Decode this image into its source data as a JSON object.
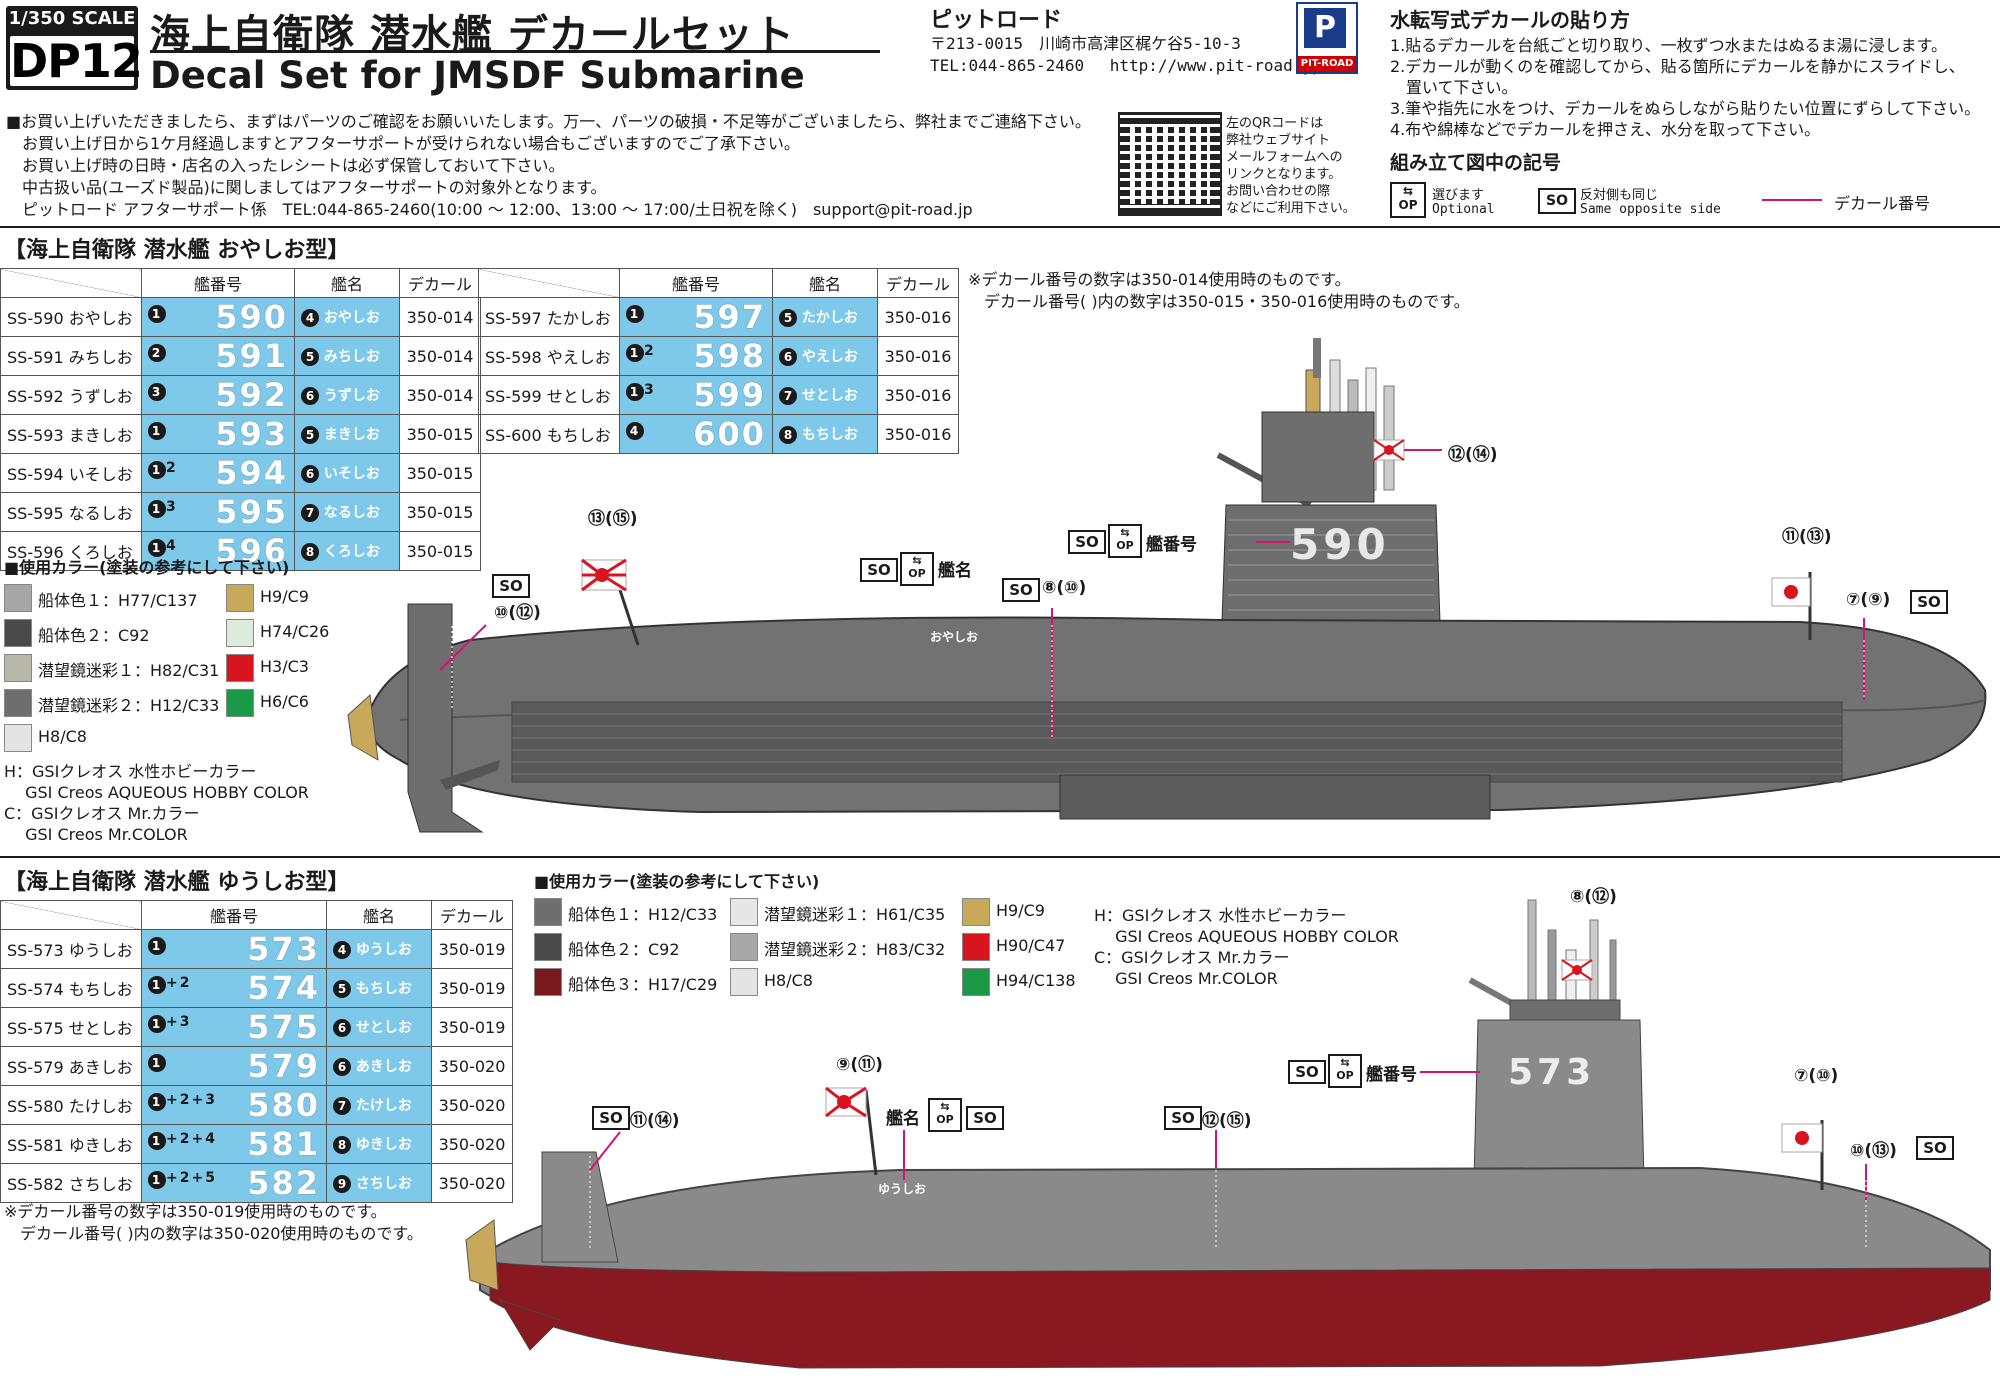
{
  "header": {
    "scale": "1/350 SCALE",
    "code": "DP12",
    "title_jp": "海上自衛隊 潜水艦 デカールセット",
    "title_en": "Decal Set for JMSDF Submarine",
    "company": "ピットロード",
    "address": "〒213-0015　川崎市高津区梶ケ谷5-10-3",
    "tel_url": "TEL:044-865-2460　 http://www.pit-road.jp/",
    "logo_text": "PIT-ROAD"
  },
  "instructions": {
    "title": "水転写式デカールの貼り方",
    "lines": [
      "1.貼るデカールを台紙ごと切り取り、一枚ずつ水またはぬるま湯に浸します。",
      "2.デカールが動くのを確認してから、貼る箇所にデカールを静かにスライドし、",
      "　置いて下さい。",
      "3.筆や指先に水をつけ、デカールをぬらしながら貼りたい位置にずらして下さい。",
      "4.布や綿棒などでデカールを押さえ、水分を取って下さい。"
    ]
  },
  "notice": [
    "■お買い上げいただきましたら、まずはパーツのご確認をお願いいたします。万一、パーツの破損・不足等がございましたら、弊社までご連絡下さい。",
    "　お買い上げ日から1ケ月経過しますとアフターサポートが受けられない場合もございますのでご了承下さい。",
    "　お買い上げ時の日時・店名の入ったレシートは必ず保管しておいて下さい。",
    "　中古扱い品(ユーズド製品)に関しましてはアフターサポートの対象外となります。",
    "　ピットロード アフターサポート係　TEL:044-865-2460(10:00 ～ 12:00、13:00 ～ 17:00/土日祝を除く)　support@pit-road.jp"
  ],
  "qr_text": [
    "左のQRコードは",
    "弊社ウェブサイト",
    "メールフォームへの",
    "リンクとなります。",
    "お問い合わせの際",
    "などにご利用下さい。"
  ],
  "symbols": {
    "title": "組み立て図中の記号",
    "op_label": "OP",
    "op_desc_1": "選びます",
    "op_desc_2": "Optional",
    "so_label": "SO",
    "so_desc_1": "反対側も同じ",
    "so_desc_2": "Same opposite side",
    "line_desc": "デカール番号"
  },
  "oyashio": {
    "title": "【海上自衛隊 潜水艦 おやしお型】",
    "headers": [
      "艦番号",
      "艦名",
      "デカール"
    ],
    "rows_left": [
      {
        "name": "SS-590 おやしお",
        "circ": "1",
        "plus": "",
        "num": "590",
        "nc": "4",
        "nk": "おやしお",
        "dec": "350-014"
      },
      {
        "name": "SS-591 みちしお",
        "circ": "2",
        "plus": "",
        "num": "591",
        "nc": "5",
        "nk": "みちしお",
        "dec": "350-014"
      },
      {
        "name": "SS-592 うずしお",
        "circ": "3",
        "plus": "",
        "num": "592",
        "nc": "6",
        "nk": "うずしお",
        "dec": "350-014"
      },
      {
        "name": "SS-593 まきしお",
        "circ": "1",
        "plus": "",
        "num": "593",
        "nc": "5",
        "nk": "まきしお",
        "dec": "350-015"
      },
      {
        "name": "SS-594 いそしお",
        "circ": "1",
        "plus": "2",
        "num": "594",
        "nc": "6",
        "nk": "いそしお",
        "dec": "350-015"
      },
      {
        "name": "SS-595 なるしお",
        "circ": "1",
        "plus": "3",
        "num": "595",
        "nc": "7",
        "nk": "なるしお",
        "dec": "350-015"
      },
      {
        "name": "SS-596 くろしお",
        "circ": "1",
        "plus": "4",
        "num": "596",
        "nc": "8",
        "nk": "くろしお",
        "dec": "350-015"
      }
    ],
    "rows_right": [
      {
        "name": "SS-597 たかしお",
        "circ": "1",
        "plus": "",
        "num": "597",
        "nc": "5",
        "nk": "たかしお",
        "dec": "350-016"
      },
      {
        "name": "SS-598 やえしお",
        "circ": "1",
        "plus": "2",
        "num": "598",
        "nc": "6",
        "nk": "やえしお",
        "dec": "350-016"
      },
      {
        "name": "SS-599 せとしお",
        "circ": "1",
        "plus": "3",
        "num": "599",
        "nc": "7",
        "nk": "せとしお",
        "dec": "350-016"
      },
      {
        "name": "SS-600 もちしお",
        "circ": "4",
        "plus": "",
        "num": "600",
        "nc": "8",
        "nk": "もちしお",
        "dec": "350-016"
      }
    ],
    "note_1": "※デカール番号の数字は350-014使用時のものです。",
    "note_2": "　デカール番号( )内の数字は350-015・350-016使用時のものです。",
    "colors_title": "■使用カラー(塗装の参考にして下さい)",
    "colors": [
      {
        "label": "船体色１：H77/C137",
        "hex": "#a6a6a6"
      },
      {
        "label": "船体色２：C92",
        "hex": "#4a4a4a"
      },
      {
        "label": "潜望鏡迷彩１：H82/C31",
        "hex": "#b8b8a8"
      },
      {
        "label": "潜望鏡迷彩２：H12/C33",
        "hex": "#6e6e6e"
      },
      {
        "label": "H8/C8",
        "hex": "#e4e4e4"
      },
      {
        "label": "H9/C9",
        "hex": "#c8a85a"
      },
      {
        "label": "H74/C26",
        "hex": "#dcebdc"
      },
      {
        "label": "H3/C3",
        "hex": "#d8141e"
      },
      {
        "label": "H6/C6",
        "hex": "#1a9a46"
      }
    ],
    "paint_note": [
      "H：GSIクレオス 水性ホビーカラー",
      "　 GSI Creos AQUEOUS HOBBY COLOR",
      "C：GSIクレオス Mr.カラー",
      "　 GSI Creos Mr.COLOR"
    ],
    "callouts": {
      "c1": "⑬(⑮)",
      "c2": "⑫(⑭)",
      "c3": "⑪(⑬)",
      "c4": "⑩(⑫)",
      "c5": "⑧(⑩)",
      "c6": "⑦(⑨)",
      "kanmei": "艦名",
      "kanban": "艦番号",
      "hull_number": "590",
      "hull_name": "おやしお"
    }
  },
  "yushio": {
    "title": "【海上自衛隊 潜水艦 ゆうしお型】",
    "headers": [
      "艦番号",
      "艦名",
      "デカール"
    ],
    "rows": [
      {
        "name": "SS-573 ゆうしお",
        "circ": "1",
        "plus": "",
        "num": "573",
        "nc": "4",
        "nk": "ゆうしお",
        "dec": "350-019"
      },
      {
        "name": "SS-574 もちしお",
        "circ": "1",
        "plus": "+2",
        "num": "574",
        "nc": "5",
        "nk": "もちしお",
        "dec": "350-019"
      },
      {
        "name": "SS-575 せとしお",
        "circ": "1",
        "plus": "+3",
        "num": "575",
        "nc": "6",
        "nk": "せとしお",
        "dec": "350-019"
      },
      {
        "name": "SS-579 あきしお",
        "circ": "1",
        "plus": "",
        "num": "579",
        "nc": "6",
        "nk": "あきしお",
        "dec": "350-020"
      },
      {
        "name": "SS-580 たけしお",
        "circ": "1",
        "plus": "+2+3",
        "num": "580",
        "nc": "7",
        "nk": "たけしお",
        "dec": "350-020"
      },
      {
        "name": "SS-581 ゆきしお",
        "circ": "1",
        "plus": "+2+4",
        "num": "581",
        "nc": "8",
        "nk": "ゆきしお",
        "dec": "350-020"
      },
      {
        "name": "SS-582 さちしお",
        "circ": "1",
        "plus": "+2+5",
        "num": "582",
        "nc": "9",
        "nk": "さちしお",
        "dec": "350-020"
      }
    ],
    "note_1": "※デカール番号の数字は350-019使用時のものです。",
    "note_2": "　デカール番号( )内の数字は350-020使用時のものです。",
    "colors_title": "■使用カラー(塗装の参考にして下さい)",
    "colors": [
      {
        "label": "船体色１：H12/C33",
        "hex": "#6e6e6e"
      },
      {
        "label": "船体色２：C92",
        "hex": "#4a4a4a"
      },
      {
        "label": "船体色３：H17/C29",
        "hex": "#7a1a1e"
      },
      {
        "label": "潜望鏡迷彩１：H61/C35",
        "hex": "#e6e6e6"
      },
      {
        "label": "潜望鏡迷彩２：H83/C32",
        "hex": "#a8a8a8"
      },
      {
        "label": "H8/C8",
        "hex": "#e4e4e4"
      },
      {
        "label": "H9/C9",
        "hex": "#c8a85a"
      },
      {
        "label": "H90/C47",
        "hex": "#d8141e"
      },
      {
        "label": "H94/C138",
        "hex": "#1a9a46"
      }
    ],
    "paint_note": [
      "H：GSIクレオス 水性ホビーカラー",
      "　 GSI Creos AQUEOUS HOBBY COLOR",
      "C：GSIクレオス Mr.カラー",
      "　 GSI Creos Mr.COLOR"
    ],
    "callouts": {
      "c1": "⑧(⑫)",
      "c2": "⑨(⑪)",
      "c3": "⑪(⑭)",
      "c4": "⑫(⑮)",
      "c5": "⑦(⑩)",
      "c6": "⑩(⑬)",
      "kanmei": "艦名",
      "kanban": "艦番号",
      "hull_number": "573",
      "hull_name": "ゆうしお"
    }
  }
}
